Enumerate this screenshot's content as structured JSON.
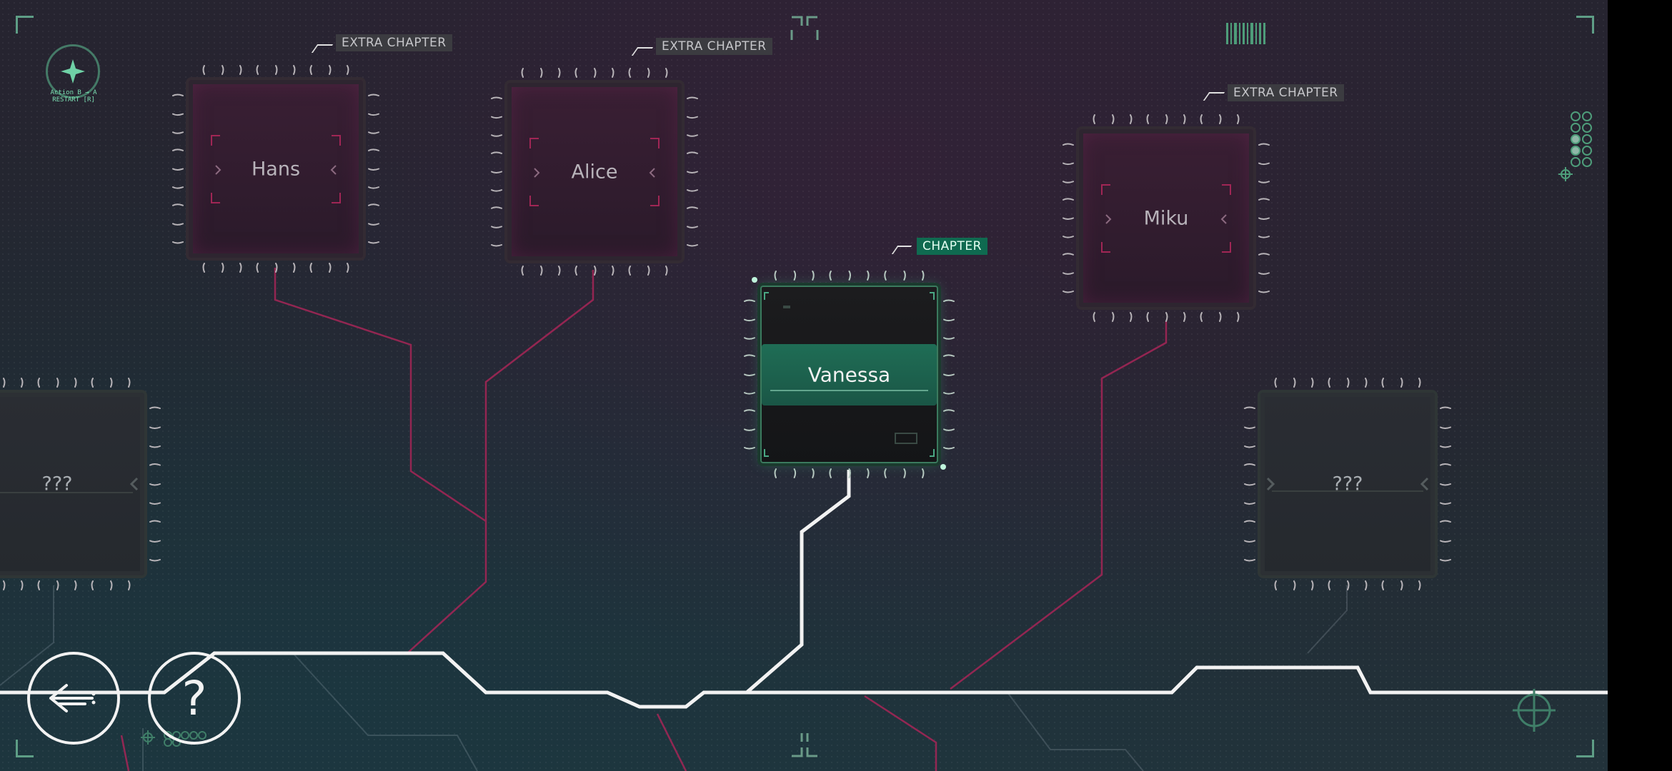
{
  "hud": {
    "action_line": "Action B → A",
    "restart_line": "RESTART [R]",
    "emblem_icon": "star-emblem-icon"
  },
  "chapters": [
    {
      "id": "hans",
      "name": "Hans",
      "tag": "EXTRA CHAPTER",
      "state": "locked"
    },
    {
      "id": "alice",
      "name": "Alice",
      "tag": "EXTRA CHAPTER",
      "state": "locked"
    },
    {
      "id": "vanessa",
      "name": "Vanessa",
      "tag": "CHAPTER",
      "state": "active"
    },
    {
      "id": "miku",
      "name": "Miku",
      "tag": "EXTRA CHAPTER",
      "state": "locked"
    },
    {
      "id": "unknown-left",
      "name": "???",
      "tag": "",
      "state": "unknown"
    },
    {
      "id": "unknown-right",
      "name": "???",
      "tag": "",
      "state": "unknown"
    }
  ],
  "buttons": {
    "back_icon": "back-arrow-icon",
    "help_label": "?"
  },
  "colors": {
    "accent_green": "#1f6d55",
    "wire_pink": "#a02655",
    "wire_white": "#f2f2f2",
    "tag_extra": "#3b3b40",
    "tag_main": "#0f6a50"
  }
}
